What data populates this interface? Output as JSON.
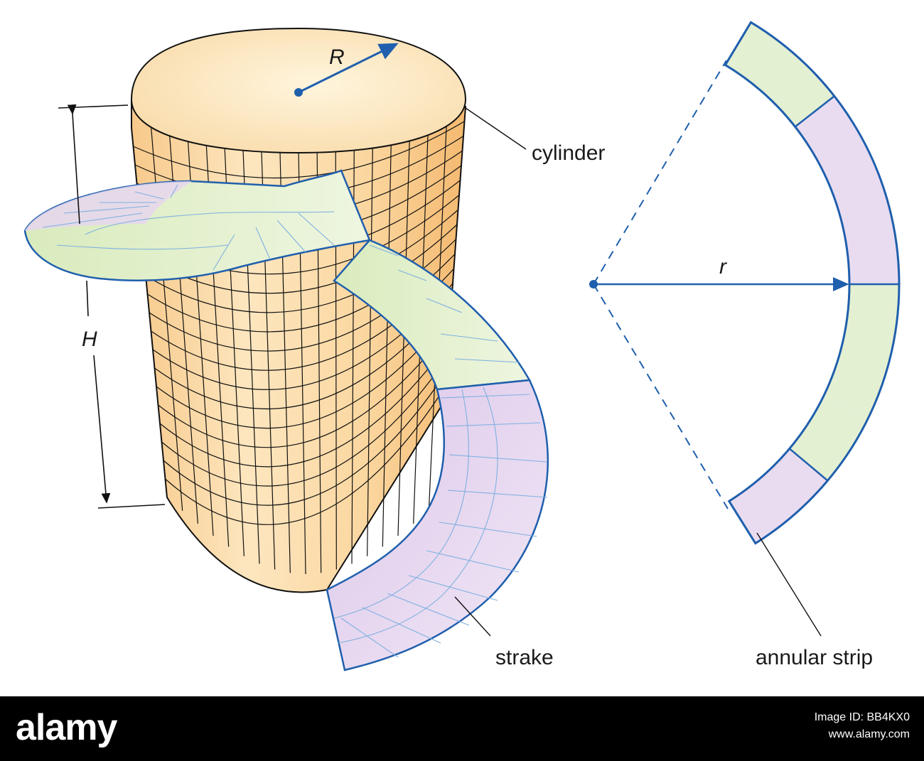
{
  "labels": {
    "radius_cylinder": "R",
    "height": "H",
    "cylinder": "cylinder",
    "strake": "strake",
    "radius_strip": "r",
    "annular_strip": "annular strip"
  },
  "footer": {
    "logo": "alamy",
    "image_id_label": "Image ID: BB4KX0",
    "site": "www.alamy.com"
  },
  "colors": {
    "blue": "#1f5fad",
    "light_blue": "#7fb0e0",
    "green_fill": "#e4f0d2",
    "purple_fill": "#e9dcf0",
    "cylinder_fill": "#fbd9a3",
    "footer_bg": "#000000"
  }
}
